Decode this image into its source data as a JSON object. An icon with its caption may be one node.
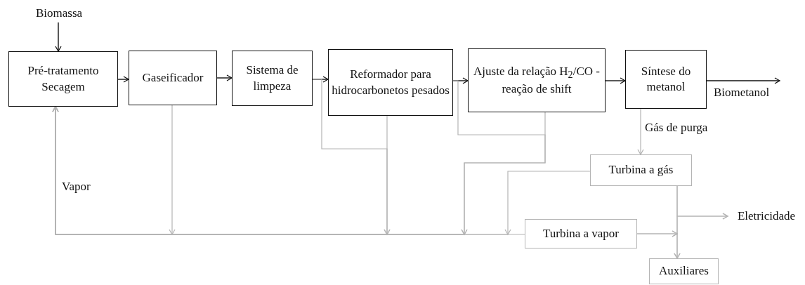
{
  "diagram": {
    "nodes": [
      {
        "text": [
          "Biomassa"
        ]
      },
      {
        "text": [
          "Pré-tratamento Secagem"
        ]
      },
      {
        "text": [
          "Gaseificador"
        ]
      },
      {
        "text": [
          "Sistema de limpeza"
        ]
      },
      {
        "text": [
          "Reformador para hidrocarbonetos pesados"
        ]
      },
      {
        "text": [
          "Ajuste da relação H$_{2}$/CO - reação de shift"
        ]
      },
      {
        "text": [
          "Síntese do metanol"
        ]
      },
      {
        "text": [
          "Turbina a gás"
        ]
      },
      {
        "text": [
          "Turbina a vapor"
        ]
      },
      {
        "text": [
          "Eletricidade"
        ]
      },
      {
        "text": [
          "Auxiliares"
        ]
      }
    ],
    "edges": [
      {
        "from": 0,
        "to": 1,
        "arrow": "to",
        "color": "#111111"
      },
      {
        "from": 1,
        "to": 2,
        "arrow": "to",
        "color": "#111111"
      },
      {
        "from": 2,
        "to": 3,
        "arrow": "to",
        "color": "#111111"
      },
      {
        "from": 3,
        "to": 4,
        "arrow": "to",
        "color": "#111111"
      },
      {
        "from": 4,
        "to": 5,
        "arrow": "to",
        "color": "#111111"
      },
      {
        "from": 5,
        "to": 6,
        "arrow": "to",
        "color": "#111111"
      },
      {
        "from": 6,
        "to": null,
        "arrow": "to",
        "label": "Biometanol",
        "color": "#111111"
      },
      {
        "from": 6,
        "to": 7,
        "arrow": "to",
        "label": "Gás de purga"
      },
      {
        "from": 8,
        "to": 1,
        "arrow": "to",
        "label": "Vapor"
      },
      {
        "from": 2,
        "to": 1,
        "arrow": "to"
      },
      {
        "from": 3,
        "to": 1,
        "arrow": "to"
      },
      {
        "from": 4,
        "to": 1,
        "arrow": "to"
      },
      {
        "from": 4,
        "to": 1,
        "arrow": "to"
      },
      {
        "from": 5,
        "to": 1,
        "arrow": "to"
      },
      {
        "from": 7,
        "to": 1,
        "arrow": "to"
      },
      {
        "from": 7,
        "to": 10,
        "arrow": "to"
      },
      {
        "from": 7,
        "to": 9,
        "arrow": "to"
      },
      {
        "from": 8,
        "to": 10,
        "arrow": "to"
      },
      {
        "from": 8,
        "to": 9,
        "arrow": "to"
      }
    ]
  }
}
